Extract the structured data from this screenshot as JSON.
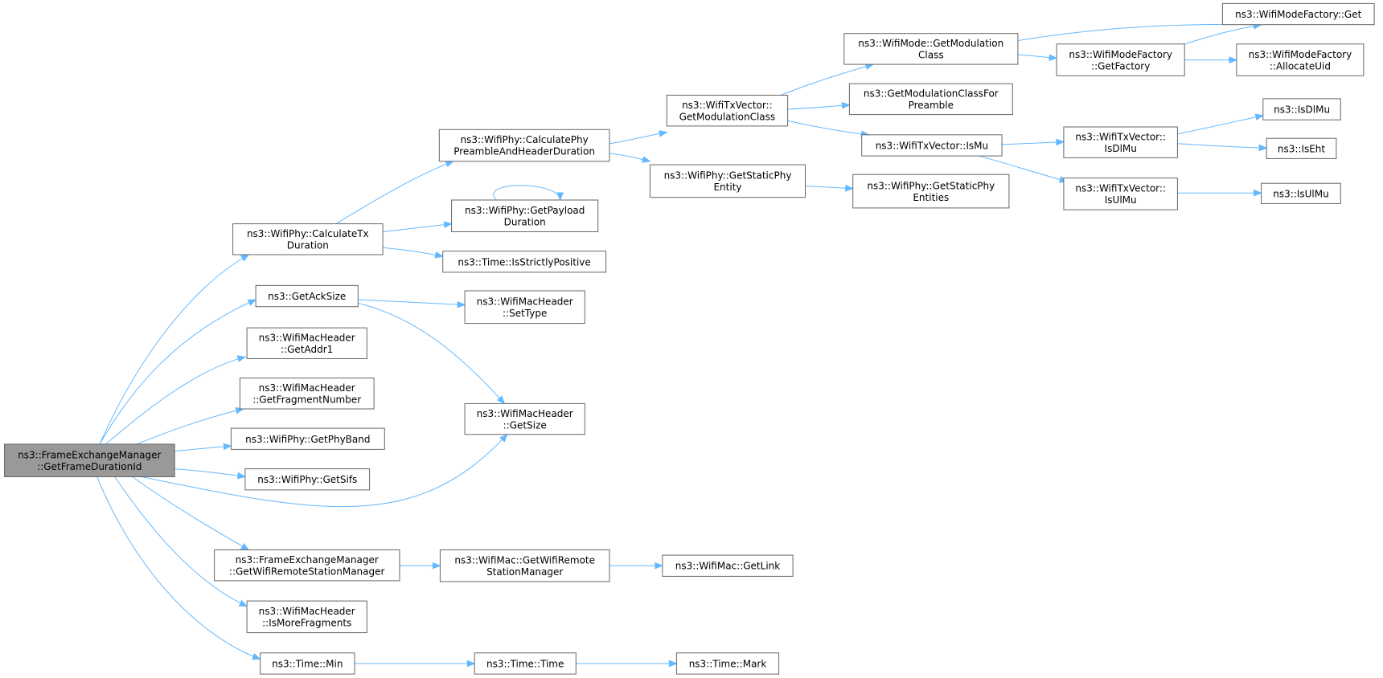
{
  "graph": {
    "type": "call-graph",
    "colors": {
      "edge": "#63b8ff",
      "node_border": "#666666",
      "root_fill": "#999999",
      "node_fill": "#ffffff"
    },
    "nodes": [
      {
        "id": "n0",
        "lines": [
          "ns3::FrameExchangeManager",
          "::GetFrameDurationId"
        ],
        "root": true
      },
      {
        "id": "n1",
        "lines": [
          "ns3::WifiPhy::CalculateTx",
          "Duration"
        ]
      },
      {
        "id": "n2",
        "lines": [
          "ns3::GetAckSize"
        ]
      },
      {
        "id": "n3",
        "lines": [
          "ns3::WifiMacHeader",
          "::GetAddr1"
        ]
      },
      {
        "id": "n4",
        "lines": [
          "ns3::WifiMacHeader",
          "::GetFragmentNumber"
        ]
      },
      {
        "id": "n5",
        "lines": [
          "ns3::WifiPhy::GetPhyBand"
        ]
      },
      {
        "id": "n6",
        "lines": [
          "ns3::WifiPhy::GetSifs"
        ]
      },
      {
        "id": "n7",
        "lines": [
          "ns3::WifiMacHeader",
          "::GetSize"
        ]
      },
      {
        "id": "n8",
        "lines": [
          "ns3::FrameExchangeManager",
          "::GetWifiRemoteStationManager"
        ]
      },
      {
        "id": "n9",
        "lines": [
          "ns3::WifiMacHeader",
          "::IsMoreFragments"
        ]
      },
      {
        "id": "n10",
        "lines": [
          "ns3::Time::Min"
        ]
      },
      {
        "id": "n11",
        "lines": [
          "ns3::WifiPhy::CalculatePhy",
          "PreambleAndHeaderDuration"
        ]
      },
      {
        "id": "n12",
        "lines": [
          "ns3::WifiPhy::GetPayload",
          "Duration"
        ]
      },
      {
        "id": "n13",
        "lines": [
          "ns3::Time::IsStrictlyPositive"
        ]
      },
      {
        "id": "n14",
        "lines": [
          "ns3::WifiTxVector::",
          "GetModulationClass"
        ]
      },
      {
        "id": "n15",
        "lines": [
          "ns3::WifiPhy::GetStaticPhy",
          "Entity"
        ]
      },
      {
        "id": "n16",
        "lines": [
          "ns3::WifiMode::GetModulation",
          "Class"
        ]
      },
      {
        "id": "n17",
        "lines": [
          "ns3::GetModulationClassFor",
          "Preamble"
        ]
      },
      {
        "id": "n18",
        "lines": [
          "ns3::WifiTxVector::IsMu"
        ]
      },
      {
        "id": "n19",
        "lines": [
          "ns3::WifiModeFactory::Get"
        ]
      },
      {
        "id": "n20",
        "lines": [
          "ns3::WifiModeFactory",
          "::GetFactory"
        ]
      },
      {
        "id": "n21",
        "lines": [
          "ns3::WifiModeFactory",
          "::AllocateUid"
        ]
      },
      {
        "id": "n22",
        "lines": [
          "ns3::WifiTxVector::",
          "IsDlMu"
        ]
      },
      {
        "id": "n23",
        "lines": [
          "ns3::WifiTxVector::",
          "IsUlMu"
        ]
      },
      {
        "id": "n24",
        "lines": [
          "ns3::IsDlMu"
        ]
      },
      {
        "id": "n25",
        "lines": [
          "ns3::IsEht"
        ]
      },
      {
        "id": "n26",
        "lines": [
          "ns3::IsUlMu"
        ]
      },
      {
        "id": "n27",
        "lines": [
          "ns3::WifiPhy::GetStaticPhy",
          "Entities"
        ]
      },
      {
        "id": "n28",
        "lines": [
          "ns3::WifiMacHeader",
          "::SetType"
        ]
      },
      {
        "id": "n29",
        "lines": [
          "ns3::WifiMac::GetWifiRemote",
          "StationManager"
        ]
      },
      {
        "id": "n30",
        "lines": [
          "ns3::WifiMac::GetLink"
        ]
      },
      {
        "id": "n31",
        "lines": [
          "ns3::Time::Time"
        ]
      },
      {
        "id": "n32",
        "lines": [
          "ns3::Time::Mark"
        ]
      }
    ],
    "edges": [
      [
        "n0",
        "n1"
      ],
      [
        "n0",
        "n2"
      ],
      [
        "n0",
        "n3"
      ],
      [
        "n0",
        "n4"
      ],
      [
        "n0",
        "n5"
      ],
      [
        "n0",
        "n6"
      ],
      [
        "n0",
        "n7"
      ],
      [
        "n0",
        "n8"
      ],
      [
        "n0",
        "n9"
      ],
      [
        "n0",
        "n10"
      ],
      [
        "n1",
        "n11"
      ],
      [
        "n1",
        "n12"
      ],
      [
        "n1",
        "n13"
      ],
      [
        "n2",
        "n28"
      ],
      [
        "n2",
        "n7"
      ],
      [
        "n8",
        "n29"
      ],
      [
        "n29",
        "n30"
      ],
      [
        "n10",
        "n31"
      ],
      [
        "n31",
        "n32"
      ],
      [
        "n11",
        "n14"
      ],
      [
        "n11",
        "n15"
      ],
      [
        "n12",
        "n12"
      ],
      [
        "n14",
        "n16"
      ],
      [
        "n14",
        "n17"
      ],
      [
        "n14",
        "n18"
      ],
      [
        "n15",
        "n27"
      ],
      [
        "n16",
        "n19"
      ],
      [
        "n16",
        "n20"
      ],
      [
        "n20",
        "n19"
      ],
      [
        "n20",
        "n21"
      ],
      [
        "n18",
        "n22"
      ],
      [
        "n18",
        "n23"
      ],
      [
        "n22",
        "n24"
      ],
      [
        "n22",
        "n25"
      ],
      [
        "n23",
        "n26"
      ]
    ]
  }
}
